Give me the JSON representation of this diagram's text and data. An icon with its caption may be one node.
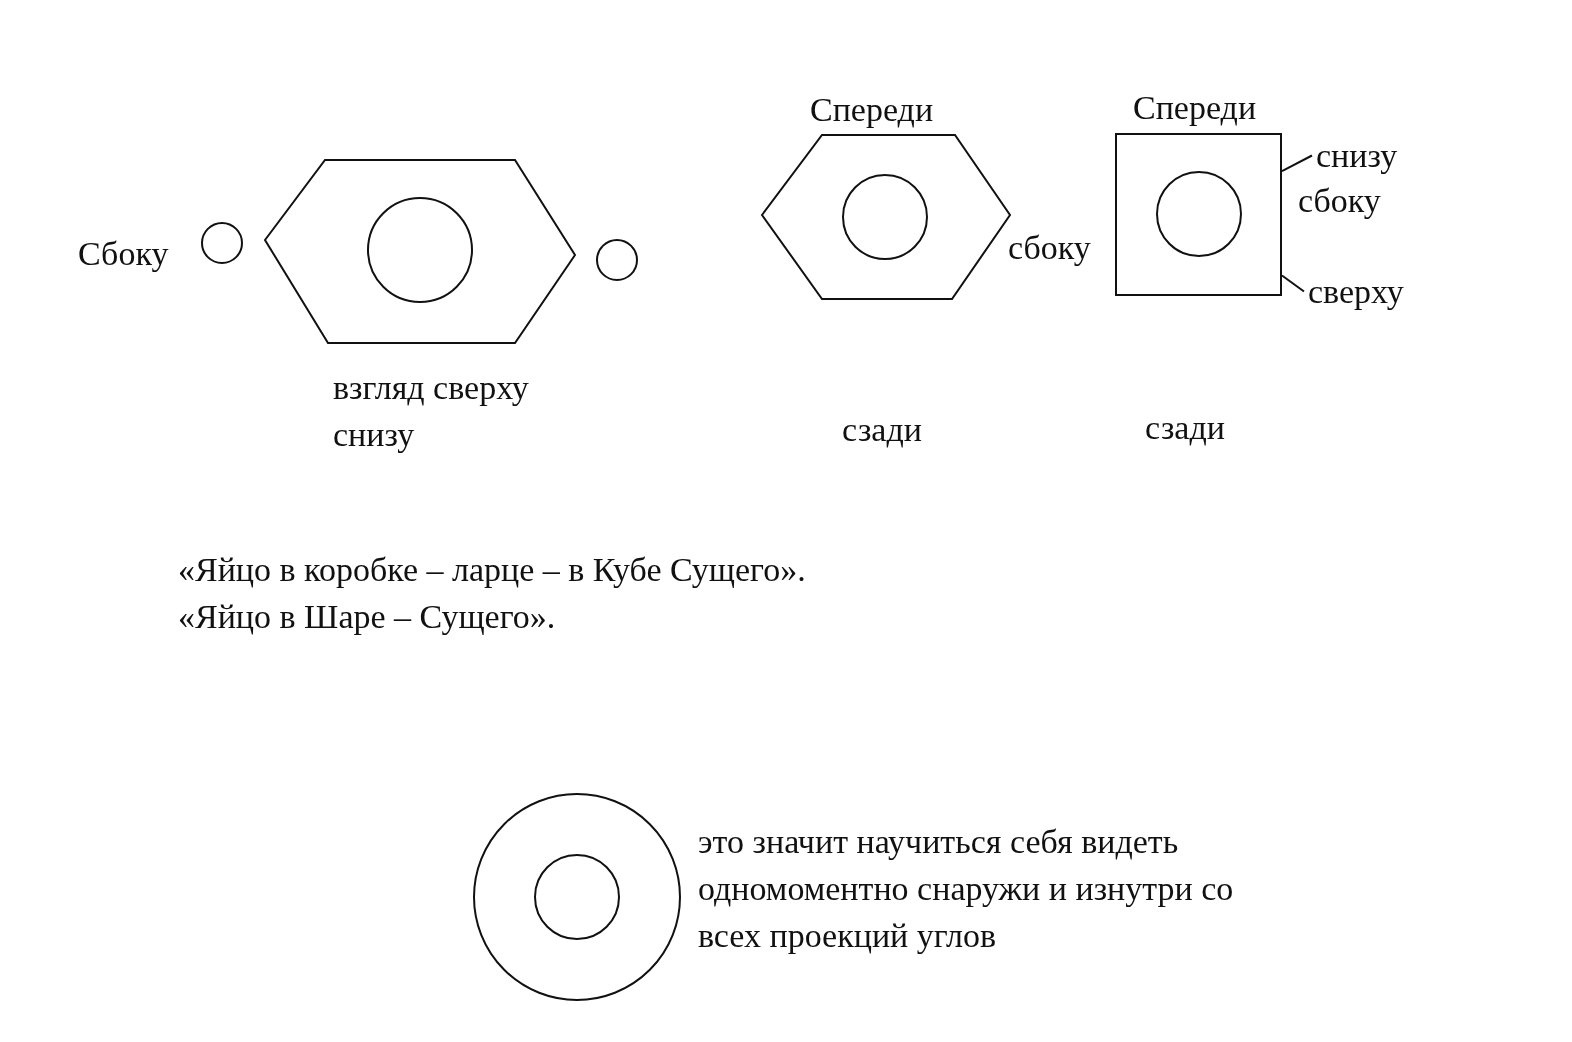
{
  "diagram": {
    "nodes": [
      {
        "text": [],
        "shape": "box"
      },
      {
        "text": [
          "снизу"
        ]
      },
      {
        "text": [
          "сверху"
        ]
      }
    ],
    "edges": [
      {
        "from": 1,
        "to": 0,
        "arrow": "none"
      },
      {
        "from": 2,
        "to": 0,
        "arrow": "none"
      }
    ],
    "labels": [
      "Спереди",
      "Спереди",
      "Сбоку",
      "сбоку",
      "сбоку",
      "взгляд сверху снизу",
      "сзади",
      "сзади",
      "«Яйцо в коробке – ларце – в Кубе Сущего».",
      "«Яйцо в Шаре – Сущего».",
      "это значит научиться себя видеть одномоментно снаружи и изнутри со всех проекций углов"
    ]
  }
}
